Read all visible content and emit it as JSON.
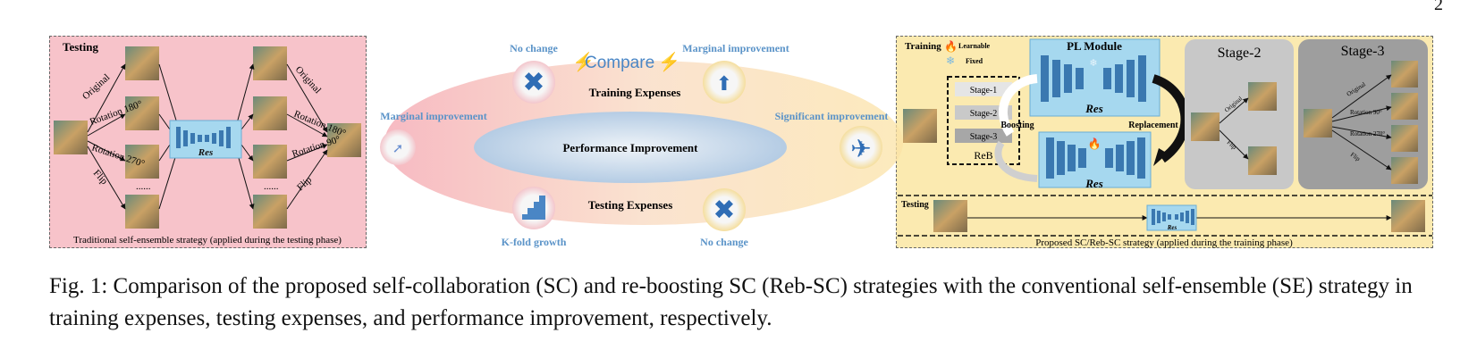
{
  "page_number": "2",
  "left_panel": {
    "title": "Testing",
    "branch_labels_left": [
      "Original",
      "Rotation 180°",
      "Rotation 270°",
      "Flip"
    ],
    "branch_labels_right": [
      "Original",
      "Rotation 180°",
      "Rotation 90°",
      "Flip"
    ],
    "model_label": "Res",
    "dots": "......",
    "footer": "Traditional self-ensemble strategy (applied during the testing phase)"
  },
  "center": {
    "compare": "Compare",
    "no_change_top": "No change",
    "marginal_top": "Marginal improvement",
    "marginal_left": "Marginal improvement",
    "significant_right": "Significant improvement",
    "training_expenses": "Training Expenses",
    "performance": "Performance Improvement",
    "testing_expenses": "Testing Expenses",
    "k_fold": "K-fold growth",
    "no_change_bottom": "No change"
  },
  "right_panel": {
    "training": "Training",
    "learnable": "Learnable",
    "fixed": "Fixed",
    "pl_module": "PL Module",
    "stage2": "Stage-2",
    "stage3": "Stage-3",
    "reb_stages": [
      "Stage-1",
      "Stage-2",
      "Stage-3"
    ],
    "reb_label": "ReB",
    "boosting": "Boosting",
    "replacement": "Replacement",
    "res": "Res",
    "stage2_labels": [
      "Original",
      "Flip"
    ],
    "stage3_labels": [
      "Original",
      "Rotation 90°",
      "Rotation 270°",
      "Flip"
    ],
    "testing": "Testing",
    "footer": "Proposed SC/Reb-SC strategy (applied during the training phase)"
  },
  "caption": "Fig. 1: Comparison of the proposed self-collaboration (SC) and re-boosting SC (Reb-SC) strategies with the conventional self-ensemble (SE) strategy in training expenses, testing expenses, and performance improvement, respectively.",
  "colors": {
    "left_panel_bg": "#f7c3ca",
    "right_panel_bg": "#fbeab0",
    "res_blue": "#3a78b0",
    "label_blue": "#5a93c8",
    "gray_stage2": "#c8c8c8",
    "gray_stage3": "#9e9e9e"
  }
}
